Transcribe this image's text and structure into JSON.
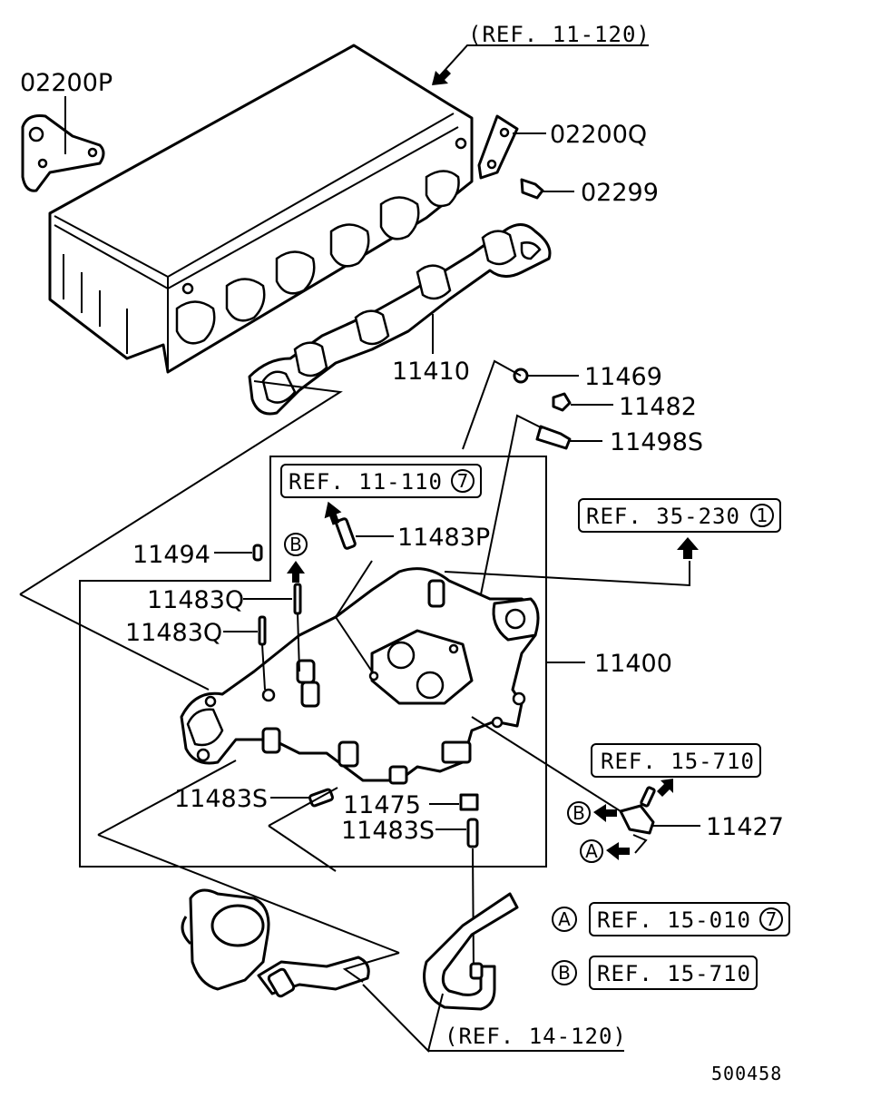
{
  "diagram": {
    "part_numbers": {
      "p02200P": "02200P",
      "p02200Q": "02200Q",
      "p02299": "02299",
      "p11410": "11410",
      "p11469": "11469",
      "p11482": "11482",
      "p11498S": "11498S",
      "p11494": "11494",
      "p11483P": "11483P",
      "p11483Q_a": "11483Q",
      "p11483Q_b": "11483Q",
      "p11400": "11400",
      "p11427": "11427",
      "p11483S_a": "11483S",
      "p11475": "11475",
      "p11483S_b": "11483S"
    },
    "references": {
      "top": "(REF. 11-120)",
      "box_inner": "REF. 11-110",
      "box_inner_num": "7",
      "ref_35_230": "REF. 35-230",
      "ref_35_230_num": "1",
      "ref_15_710": "REF. 15-710",
      "ref_14_120": "(REF. 14-120)"
    },
    "markers": {
      "A": "A",
      "B": "B"
    },
    "legend": {
      "a_marker": "A",
      "a_ref": "REF. 15-010",
      "a_num": "7",
      "b_marker": "B",
      "b_ref": "REF. 15-710"
    },
    "figure_id": "500458"
  }
}
